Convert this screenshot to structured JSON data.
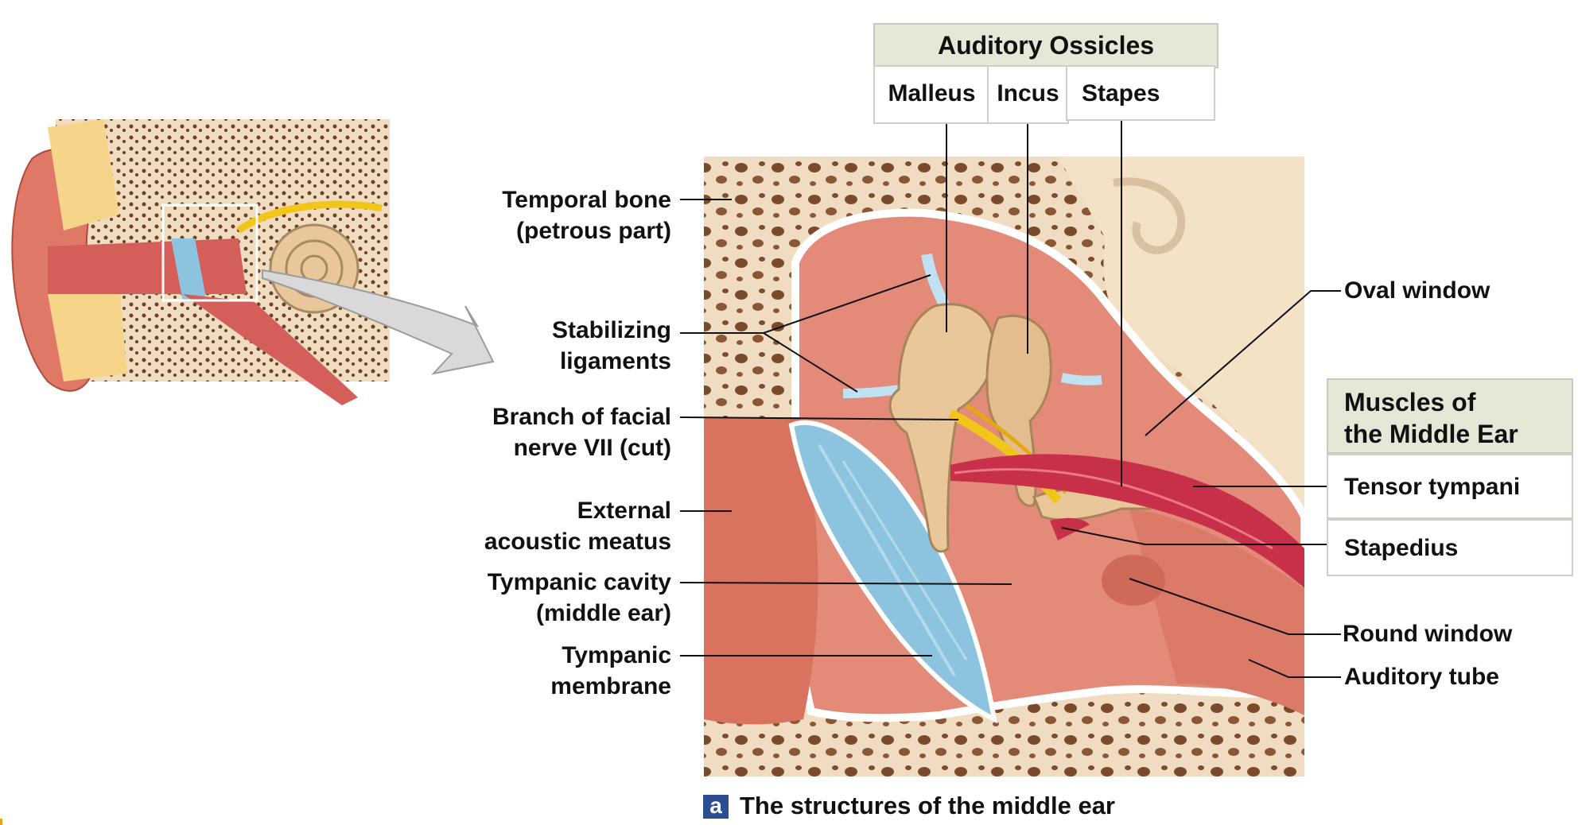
{
  "ossicles_box": {
    "title": "Auditory Ossicles",
    "items": [
      "Malleus",
      "Incus",
      "Stapes"
    ]
  },
  "muscles_box": {
    "title_line1": "Muscles of",
    "title_line2": "the Middle Ear",
    "items": [
      "Tensor tympani",
      "Stapedius"
    ]
  },
  "left_labels": {
    "temporal_bone": [
      "Temporal bone",
      "(petrous part)"
    ],
    "stabilizing_ligaments": [
      "Stabilizing",
      "ligaments"
    ],
    "facial_nerve": [
      "Branch of facial",
      "nerve VII (cut)"
    ],
    "external_meatus": [
      "External",
      "acoustic meatus"
    ],
    "tympanic_cavity": [
      "Tympanic cavity",
      "(middle ear)"
    ],
    "tympanic_membrane": [
      "Tympanic",
      "membrane"
    ]
  },
  "right_labels": {
    "oval_window": "Oval window",
    "round_window": "Round window",
    "auditory_tube": "Auditory tube"
  },
  "caption": {
    "badge": "a",
    "text": "The structures of the middle ear"
  },
  "colors": {
    "bone": "#f0dcc0",
    "bone_pore": "#7a4a2a",
    "cavity": "#e38a78",
    "membrane": "#8cc4df",
    "ossicle": "#e9c79b",
    "muscle": "#c8304a",
    "nerve": "#f2c51a"
  }
}
